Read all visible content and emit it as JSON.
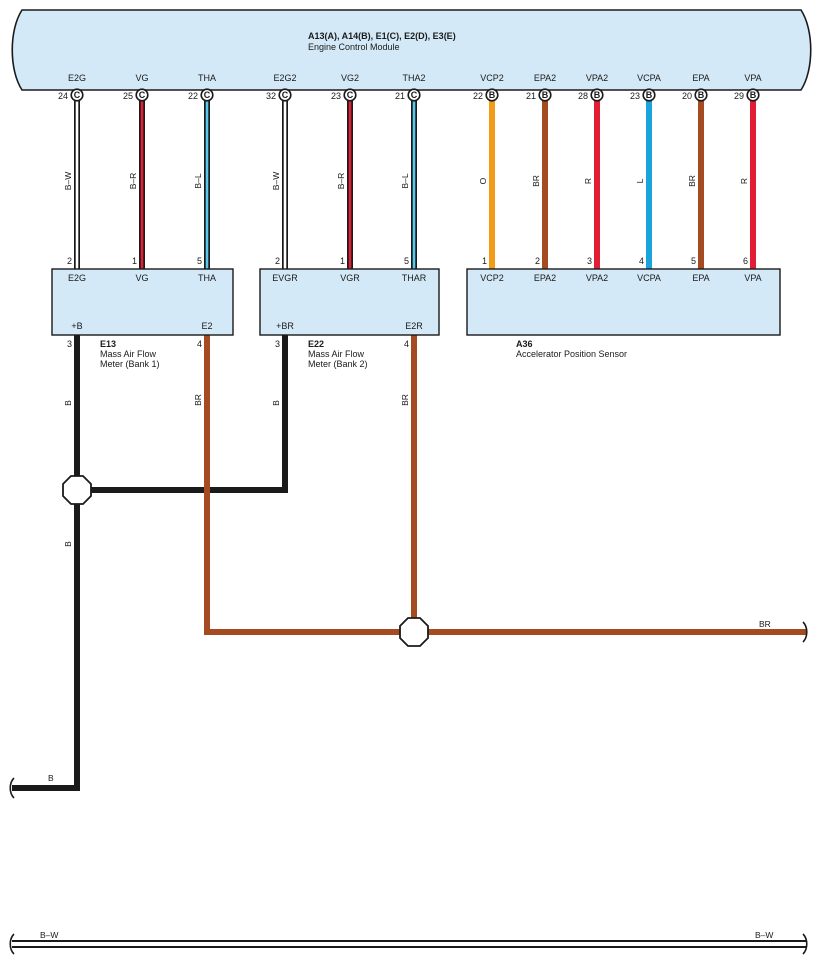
{
  "ecm": {
    "connectors": "A13(A), A14(B), E1(C), E2(D), E3(E)",
    "name": "Engine Control Module",
    "terminals": [
      {
        "signal": "E2G",
        "pin": "24",
        "conn": "C"
      },
      {
        "signal": "VG",
        "pin": "25",
        "conn": "C"
      },
      {
        "signal": "THA",
        "pin": "22",
        "conn": "C"
      },
      {
        "signal": "E2G2",
        "pin": "32",
        "conn": "C"
      },
      {
        "signal": "VG2",
        "pin": "23",
        "conn": "C"
      },
      {
        "signal": "THA2",
        "pin": "21",
        "conn": "C"
      },
      {
        "signal": "VCP2",
        "pin": "22",
        "conn": "B"
      },
      {
        "signal": "EPA2",
        "pin": "21",
        "conn": "B"
      },
      {
        "signal": "VPA2",
        "pin": "28",
        "conn": "B"
      },
      {
        "signal": "VCPA",
        "pin": "23",
        "conn": "B"
      },
      {
        "signal": "EPA",
        "pin": "20",
        "conn": "B"
      },
      {
        "signal": "VPA",
        "pin": "29",
        "conn": "B"
      }
    ]
  },
  "wires": [
    {
      "color_code": "B–W",
      "color": "#1a1a1a",
      "stripe": "#ffffff"
    },
    {
      "color_code": "B–R",
      "color": "#1a1a1a",
      "stripe": "#e01f35"
    },
    {
      "color_code": "B–L",
      "color": "#1a1a1a",
      "stripe": "#58c8ec"
    },
    {
      "color_code": "B–W",
      "color": "#1a1a1a",
      "stripe": "#ffffff"
    },
    {
      "color_code": "B–R",
      "color": "#1a1a1a",
      "stripe": "#e01f35"
    },
    {
      "color_code": "B–L",
      "color": "#1a1a1a",
      "stripe": "#58c8ec"
    },
    {
      "color_code": "O",
      "color": "#f39c1a"
    },
    {
      "color_code": "BR",
      "color": "#a54b22"
    },
    {
      "color_code": "R",
      "color": "#e01f35"
    },
    {
      "color_code": "L",
      "color": "#1ba3dd"
    },
    {
      "color_code": "BR",
      "color": "#a54b22"
    },
    {
      "color_code": "R",
      "color": "#e01f35"
    }
  ],
  "components": {
    "e13": {
      "id": "E13",
      "name_line1": "Mass Air Flow",
      "name_line2": "Meter (Bank 1)",
      "top_terminals": [
        {
          "label": "E2G",
          "pin": "2"
        },
        {
          "label": "VG",
          "pin": "1"
        },
        {
          "label": "THA",
          "pin": "5"
        }
      ],
      "bottom_terminals": [
        {
          "label": "+B",
          "pin": "3"
        },
        {
          "label": "E2",
          "pin": "4"
        }
      ]
    },
    "e22": {
      "id": "E22",
      "name_line1": "Mass Air Flow",
      "name_line2": "Meter (Bank 2)",
      "top_terminals": [
        {
          "label": "EVGR",
          "pin": "2"
        },
        {
          "label": "VGR",
          "pin": "1"
        },
        {
          "label": "THAR",
          "pin": "5"
        }
      ],
      "bottom_terminals": [
        {
          "label": "+BR",
          "pin": "3"
        },
        {
          "label": "E2R",
          "pin": "4"
        }
      ]
    },
    "a36": {
      "id": "A36",
      "name": "Accelerator Position Sensor",
      "top_terminals": [
        {
          "label": "VCP2",
          "pin": "1"
        },
        {
          "label": "EPA2",
          "pin": "2"
        },
        {
          "label": "VPA2",
          "pin": "3"
        },
        {
          "label": "VCPA",
          "pin": "4"
        },
        {
          "label": "EPA",
          "pin": "5"
        },
        {
          "label": "VPA",
          "pin": "6"
        }
      ]
    }
  },
  "lower_wires": {
    "e13_plus_b": "B",
    "e13_e2": "BR",
    "e22_plus_br": "B",
    "e22_e2r": "BR",
    "ground_bus": "B",
    "b_run_exit": "B",
    "br_run_exit": "BR",
    "bottom_left": "B–W",
    "bottom_right": "B–W"
  },
  "colors": {
    "module_fill": "#d3e9f7",
    "black": "#1a1a1a",
    "brown": "#a54b22"
  }
}
